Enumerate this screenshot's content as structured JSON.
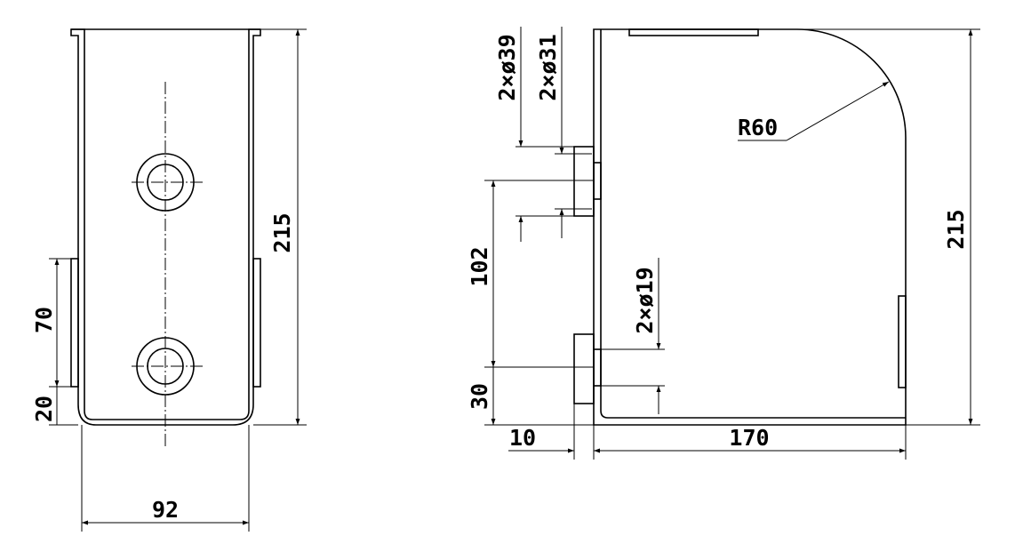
{
  "front_view": {
    "height": "215",
    "width": "92",
    "slot_length": "70",
    "slot_offset": "20"
  },
  "side_view": {
    "height": "215",
    "hole_large": "2×ø39",
    "hole_medium": "2×ø31",
    "hole_small": "2×ø19",
    "radius": "R60",
    "hole_spacing": "102",
    "hole_offset": "30",
    "thickness": "10",
    "base_length": "170"
  }
}
